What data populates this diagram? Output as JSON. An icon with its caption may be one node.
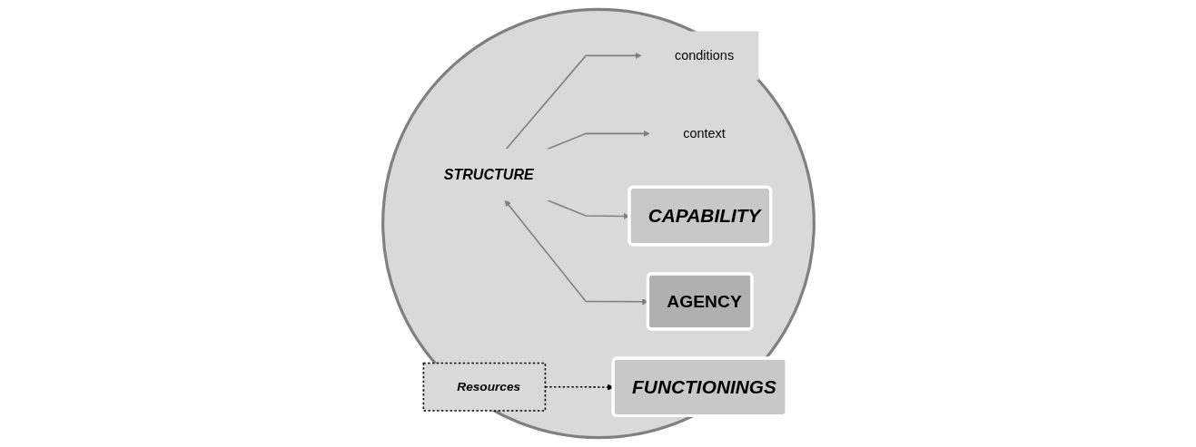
{
  "diagram": {
    "nodes": [
      {
        "text": [],
        "shape": "ellipse"
      },
      {
        "text": [
          "STRUCTURE"
        ],
        "in": 0
      },
      {
        "text": [
          "conditions"
        ],
        "in": 0
      },
      {
        "text": [
          "CAPABILITY"
        ],
        "in": 0
      },
      {
        "text": [
          "FUNCTIONINGS"
        ],
        "in": 0
      },
      {
        "text": [
          "AGENCY"
        ],
        "in": 0
      },
      {
        "text": [
          "context"
        ],
        "in": 0
      },
      {
        "text": [
          "Resources"
        ],
        "in": 0
      }
    ],
    "edges": [
      {
        "from": 1,
        "to": 2,
        "arrow": "to"
      },
      {
        "from": 1,
        "to": 6,
        "arrow": "to"
      },
      {
        "from": 1,
        "to": 3,
        "arrow": "to"
      },
      {
        "from": 1,
        "to": 5,
        "arrow": "both"
      },
      {
        "from": 7,
        "to": 4,
        "arrow": "to",
        "style": "dashed",
        "color": "#000000"
      }
    ]
  }
}
